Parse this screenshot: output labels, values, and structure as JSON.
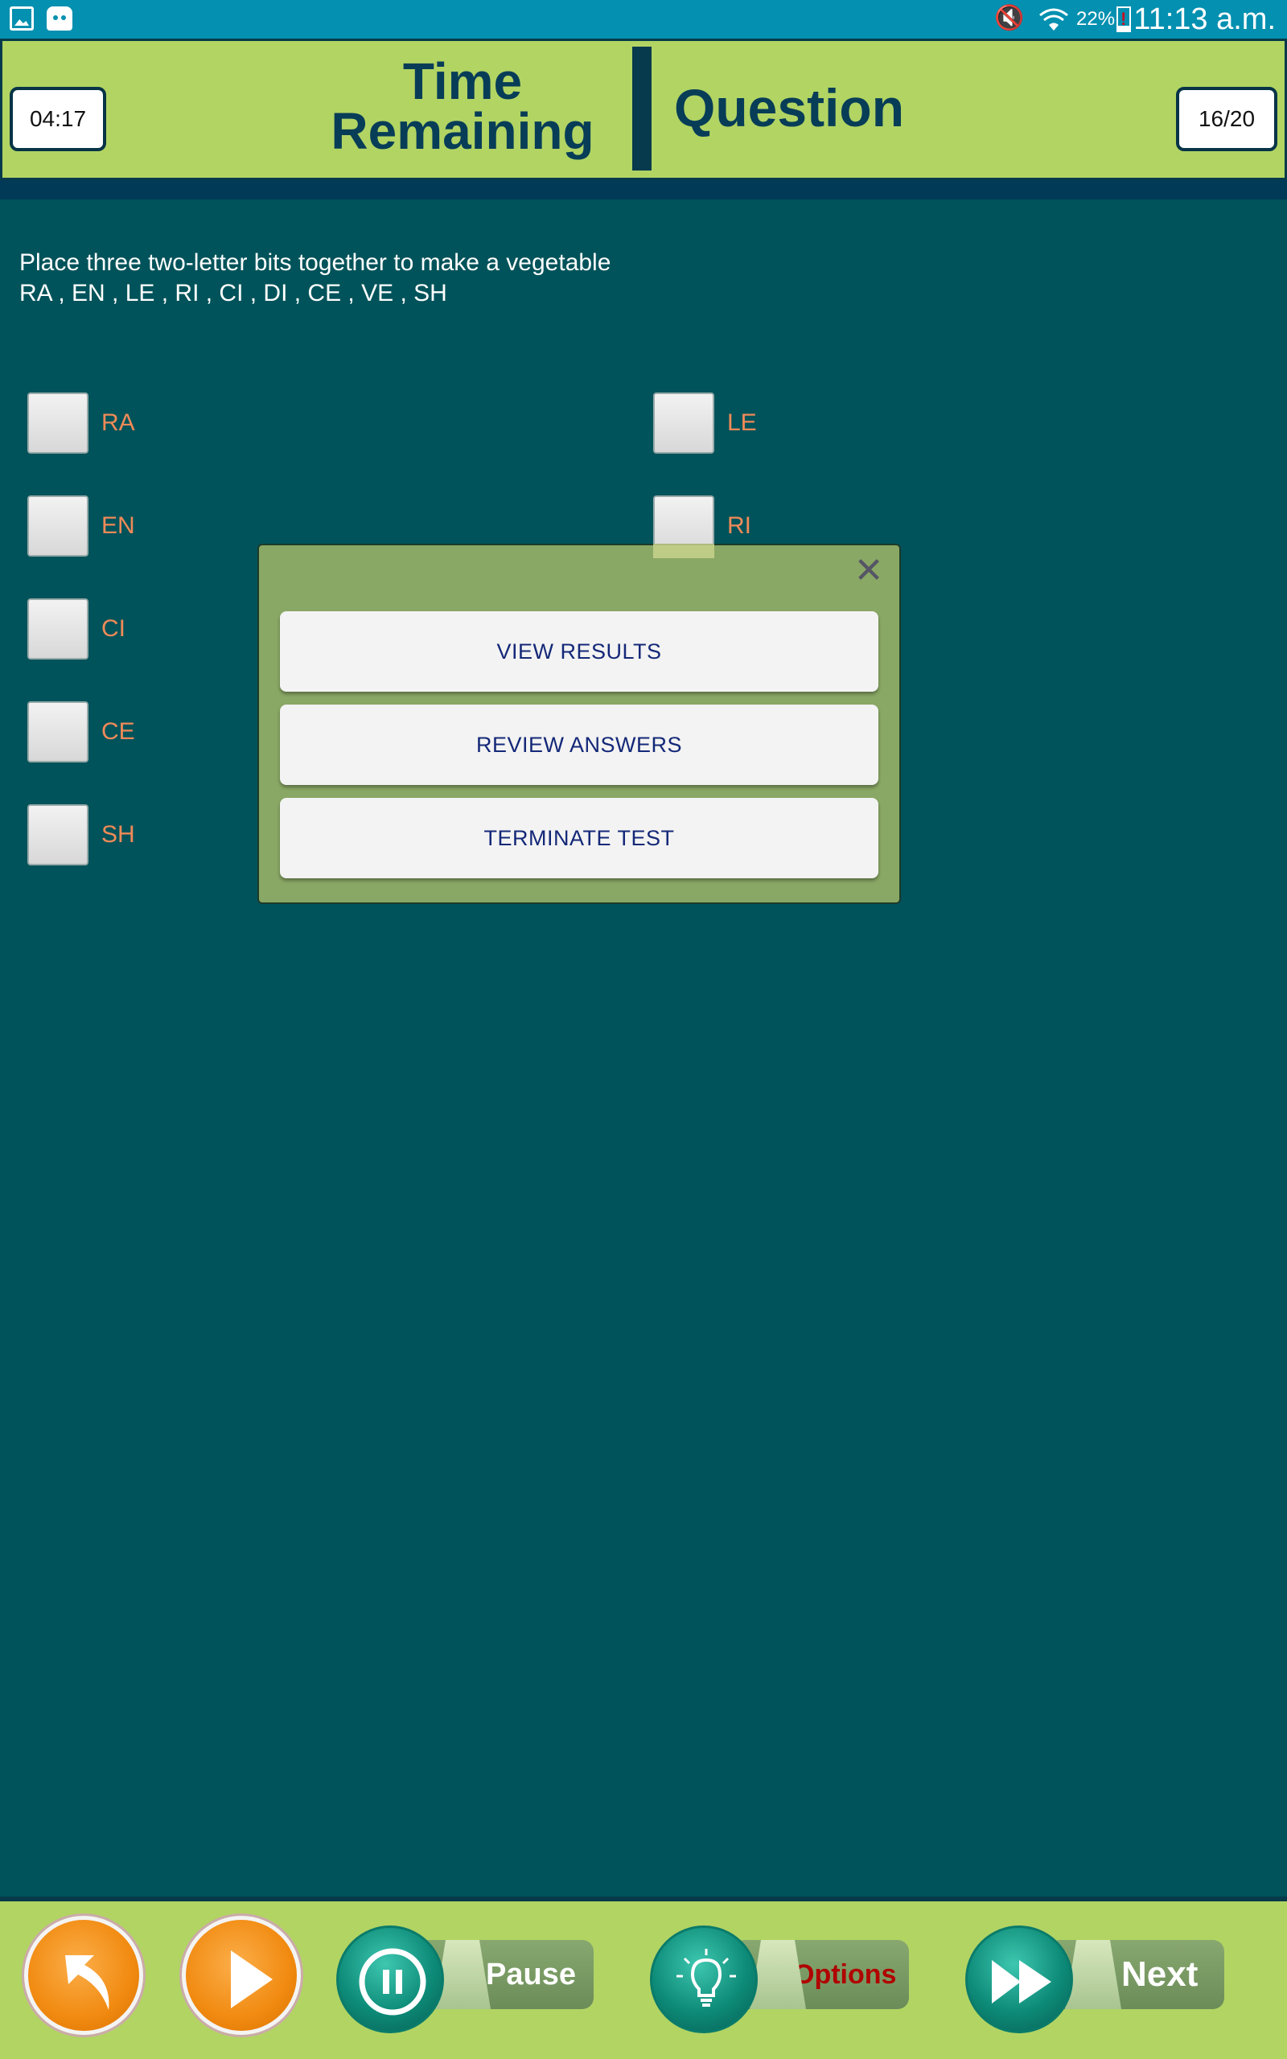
{
  "status_bar": {
    "battery_percent": "22%",
    "time": "11:13 a.m."
  },
  "header": {
    "timer": "04:17",
    "time_title_line1": "Time",
    "time_title_line2": "Remaining",
    "question_title": "Question",
    "question_counter": "16/20"
  },
  "question": {
    "line1": "Place three two-letter bits together to make a vegetable",
    "line2": "RA , EN , LE , RI , CI , DI , CE , VE , SH"
  },
  "options": [
    {
      "label": "RA"
    },
    {
      "label": "LE"
    },
    {
      "label": "EN"
    },
    {
      "label": "RI"
    },
    {
      "label": "CI"
    },
    {
      "label": "CE"
    },
    {
      "label": "SH"
    }
  ],
  "dialog": {
    "view_results": "VIEW RESULTS",
    "review_answers": "REVIEW ANSWERS",
    "terminate_test": "TERMINATE TEST"
  },
  "bottom_bar": {
    "pause_label": "Pause",
    "options_label": "Options",
    "next_label": "Next"
  },
  "colors": {
    "background": "#00535a",
    "header": "#b2d463",
    "option_label": "#f08a58",
    "dialog_text": "#142878",
    "options_label": "#b00000"
  }
}
